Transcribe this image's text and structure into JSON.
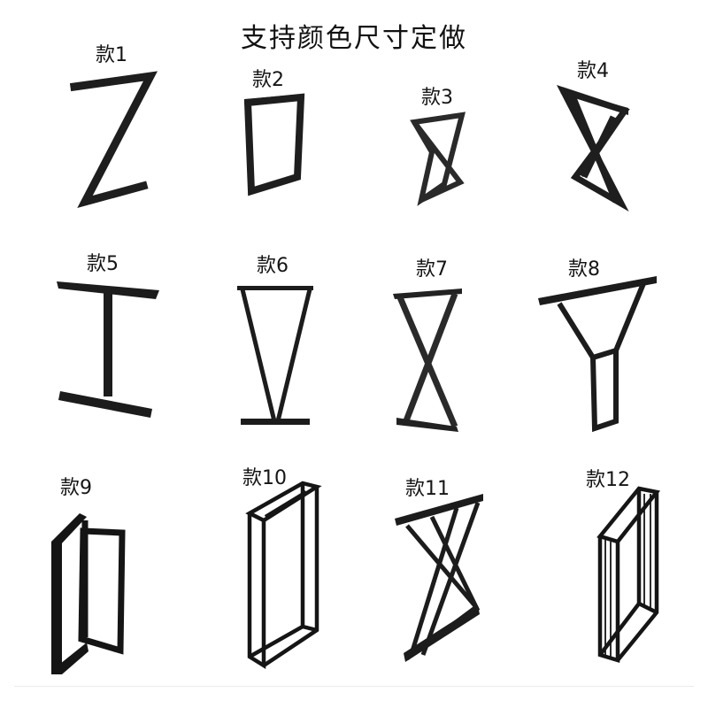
{
  "title": "支持颜色尺寸定做",
  "colors": {
    "background": "#ffffff",
    "metal": "#1c1c1c",
    "text": "#151515"
  },
  "styles": [
    {
      "label": "款1",
      "shape": "Z-shape"
    },
    {
      "label": "款2",
      "shape": "rectangular-frame"
    },
    {
      "label": "款3",
      "shape": "hourglass-triangle"
    },
    {
      "label": "款4",
      "shape": "double-x-hourglass"
    },
    {
      "label": "款5",
      "shape": "I-beam"
    },
    {
      "label": "款6",
      "shape": "V-shape"
    },
    {
      "label": "款7",
      "shape": "X-shape"
    },
    {
      "label": "款8",
      "shape": "Y-shape"
    },
    {
      "label": "款9",
      "shape": "double-rectangle-frame"
    },
    {
      "label": "款10",
      "shape": "3d-box-frame"
    },
    {
      "label": "款11",
      "shape": "double-x-frame"
    },
    {
      "label": "款12",
      "shape": "3d-box-frame-with-bars"
    }
  ]
}
